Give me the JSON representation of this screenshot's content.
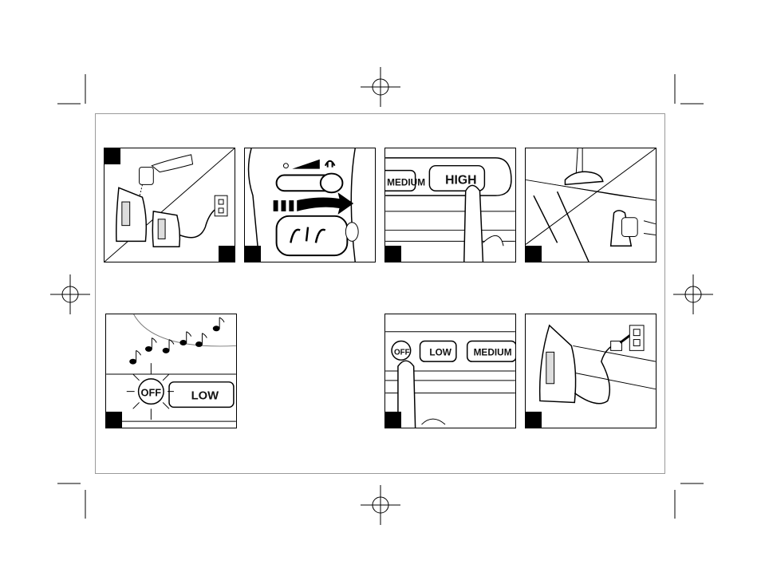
{
  "steps": [
    {
      "id": 1,
      "markers": [
        "top-left",
        "bottom-right"
      ]
    },
    {
      "id": 2,
      "markers": [
        "bottom-left"
      ],
      "labels": []
    },
    {
      "id": 3,
      "markers": [
        "bottom-left"
      ],
      "buttons": [
        "MEDIUM",
        "HIGH"
      ]
    },
    {
      "id": 4,
      "markers": [
        "bottom-left"
      ]
    },
    {
      "id": 5,
      "markers": [
        "bottom-left"
      ],
      "buttons": [
        "OFF",
        "LOW"
      ]
    },
    {
      "id": 6,
      "markers": [
        "bottom-left"
      ],
      "buttons": [
        "OFF",
        "LOW",
        "MEDIUM"
      ]
    },
    {
      "id": 7,
      "markers": [
        "bottom-left"
      ]
    }
  ],
  "labels": {
    "medium": "MEDIUM",
    "high": "HIGH",
    "off": "OFF",
    "low": "LOW"
  },
  "icons": [
    "water-pitcher-icon",
    "outlet-icon",
    "steam-icon",
    "music-note-icon",
    "registration-mark-icon"
  ]
}
